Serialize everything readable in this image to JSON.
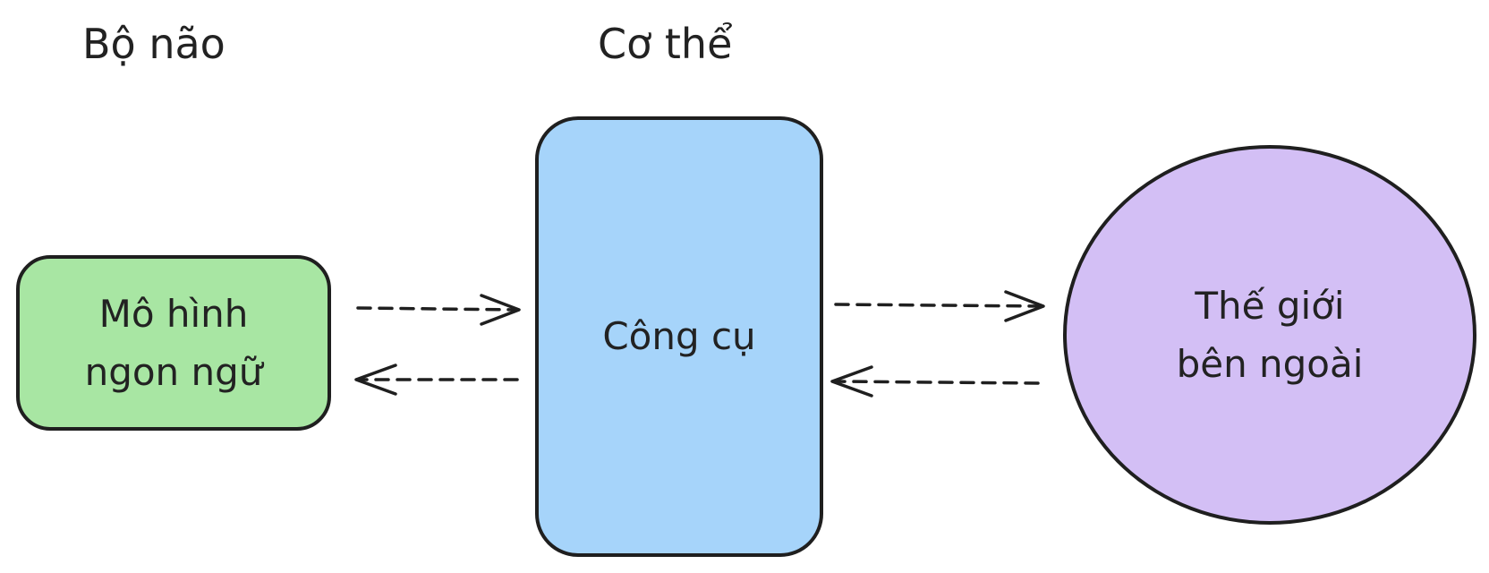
{
  "diagram": {
    "labels": {
      "brain": "Bộ não",
      "body": "Cơ thể"
    },
    "nodes": {
      "model": {
        "line1": "Mô hình",
        "line2": "ngon ngữ",
        "fill": "#a8e6a3"
      },
      "tools": {
        "text": "Công cụ",
        "fill": "#a6d4fa"
      },
      "world": {
        "line1": "Thế giới",
        "line2": "bên ngoài",
        "fill": "#d3bff5"
      }
    },
    "edges": [
      {
        "from": "model",
        "to": "tools",
        "style": "dashed"
      },
      {
        "from": "tools",
        "to": "model",
        "style": "dashed"
      },
      {
        "from": "tools",
        "to": "world",
        "style": "dashed"
      },
      {
        "from": "world",
        "to": "tools",
        "style": "dashed"
      }
    ],
    "colors": {
      "stroke": "#1f1f1f",
      "text": "#222222",
      "background": "#ffffff"
    }
  }
}
